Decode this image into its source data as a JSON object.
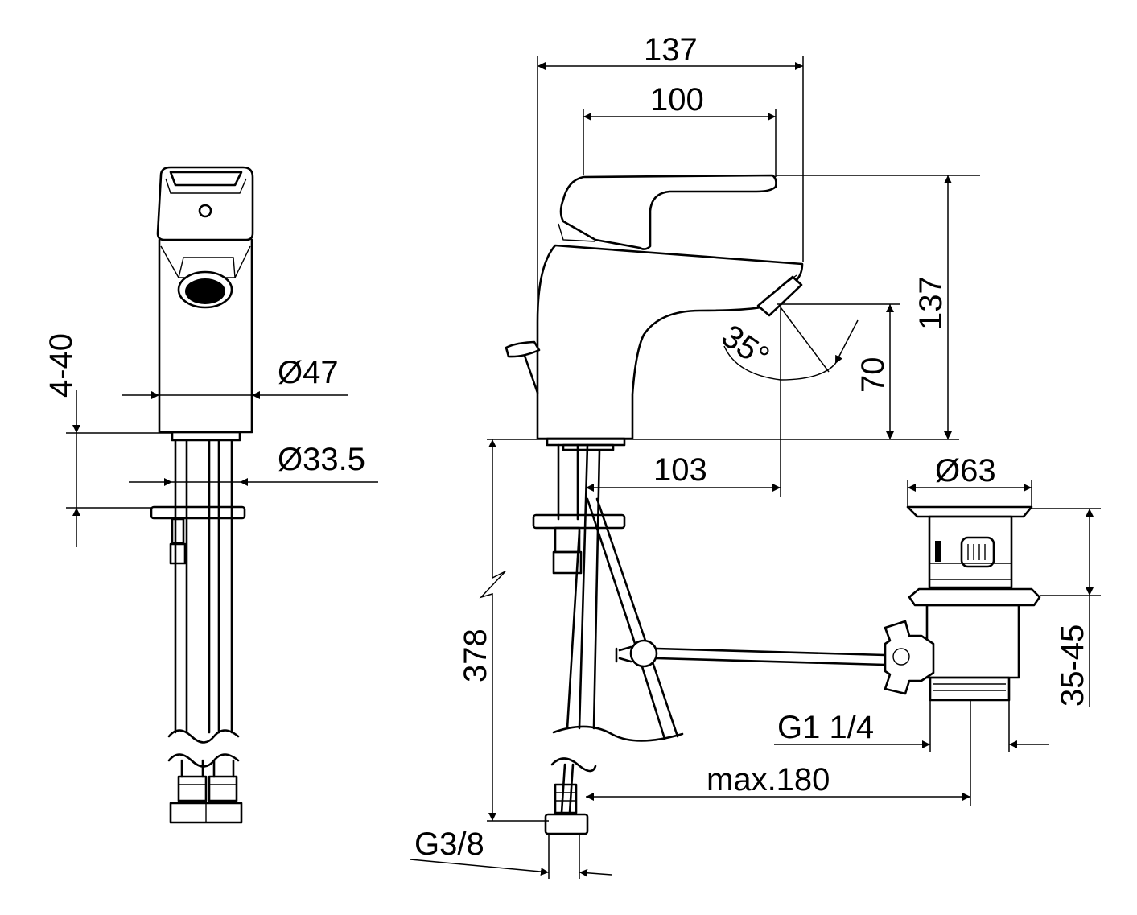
{
  "dimensions": {
    "outlet_reach_total": "137",
    "lever_reach": "100",
    "overall_height": "137",
    "spout_height": "70",
    "spout_angle": "35°",
    "spout_reach": "103",
    "body_diameter": "Ø47",
    "base_diameter": "Ø33.5",
    "deck_thickness": "4-40",
    "hose_length": "378",
    "hose_thread": "G3/8",
    "waste_diameter": "Ø63",
    "waste_height": "35-45",
    "waste_thread": "G1 1/4",
    "rod_length": "max.180"
  }
}
